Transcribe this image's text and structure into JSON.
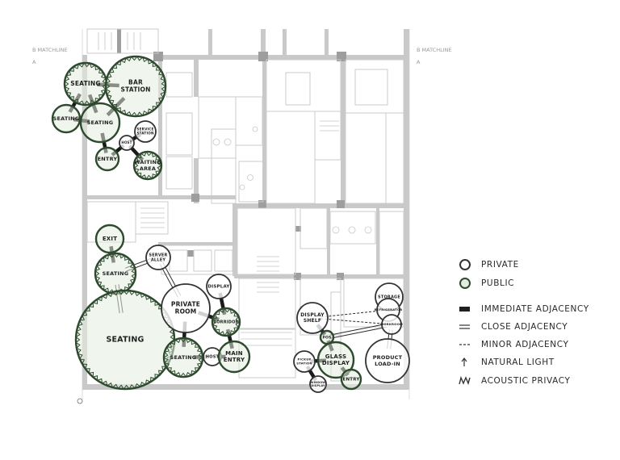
{
  "matchlines": {
    "left_title": "B MATCHLINE",
    "left_sub": "A",
    "right_title": "B MATCHLINE",
    "right_sub": "A"
  },
  "colors": {
    "public_stroke": "#2e4a2e",
    "public_fill": "#e3ece0",
    "private_stroke": "#333333",
    "plan_wall": "#c8c8c8",
    "plan_wall_dark": "#a8a8a8",
    "plan_line": "#cfcfcf"
  },
  "legend": {
    "items": [
      {
        "key": "private",
        "label": "PRIVATE"
      },
      {
        "key": "public",
        "label": "PUBLIC"
      },
      {
        "key": "immediate",
        "label": "IMMEDIATE ADJACENCY"
      },
      {
        "key": "close",
        "label": "CLOSE ADJACENCY"
      },
      {
        "key": "minor",
        "label": "MINOR ADJACENCY"
      },
      {
        "key": "light",
        "label": "NATURAL LIGHT"
      },
      {
        "key": "acoustic",
        "label": "ACOUSTIC PRIVACY"
      }
    ]
  },
  "bubbles": [
    {
      "id": "seating-top",
      "lines": [
        "SEATING"
      ],
      "type": "public",
      "acoustic": true
    },
    {
      "id": "bar-station",
      "lines": [
        "BAR",
        "STATION"
      ],
      "type": "public",
      "acoustic": true
    },
    {
      "id": "seating-left",
      "lines": [
        "SEATING"
      ],
      "type": "public",
      "acoustic": false
    },
    {
      "id": "seating-mid",
      "lines": [
        "SEATING"
      ],
      "type": "public",
      "acoustic": false
    },
    {
      "id": "service-station",
      "lines": [
        "SERVICE",
        "STATION"
      ],
      "type": "private",
      "acoustic": false
    },
    {
      "id": "host",
      "lines": [
        "HOST"
      ],
      "type": "private",
      "acoustic": false
    },
    {
      "id": "entry-top",
      "lines": [
        "ENTRY"
      ],
      "type": "public",
      "acoustic": false
    },
    {
      "id": "waiting-area",
      "lines": [
        "WAITING",
        "AREA"
      ],
      "type": "public",
      "acoustic": true
    },
    {
      "id": "exit",
      "lines": [
        "EXIT"
      ],
      "type": "public",
      "acoustic": false
    },
    {
      "id": "seating-lower",
      "lines": [
        "SEATING"
      ],
      "type": "public",
      "acoustic": true
    },
    {
      "id": "server-alley",
      "lines": [
        "SERVER",
        "ALLEY"
      ],
      "type": "private",
      "acoustic": false
    },
    {
      "id": "seating-big",
      "lines": [
        "SEATING"
      ],
      "type": "public",
      "acoustic": true
    },
    {
      "id": "private-room",
      "lines": [
        "PRIVATE",
        "ROOM"
      ],
      "type": "private",
      "acoustic": false
    },
    {
      "id": "display-small",
      "lines": [
        "DISPLAY"
      ],
      "type": "private",
      "acoustic": false
    },
    {
      "id": "corridor",
      "lines": [
        "CORRIDOR"
      ],
      "type": "public",
      "acoustic": true
    },
    {
      "id": "seating-bottom",
      "lines": [
        "SEATING"
      ],
      "type": "public",
      "acoustic": true
    },
    {
      "id": "host-bottom",
      "lines": [
        "HOST"
      ],
      "type": "private",
      "acoustic": false
    },
    {
      "id": "main-entry",
      "lines": [
        "MAIN",
        "ENTRY"
      ],
      "type": "public",
      "acoustic": false
    },
    {
      "id": "display-shelf",
      "lines": [
        "DISPLAY",
        "SHELF"
      ],
      "type": "private",
      "acoustic": false
    },
    {
      "id": "pos",
      "lines": [
        "POS"
      ],
      "type": "public",
      "acoustic": false
    },
    {
      "id": "glass-display",
      "lines": [
        "GLASS",
        "DISPLAY"
      ],
      "type": "public",
      "acoustic": false
    },
    {
      "id": "pickup-station",
      "lines": [
        "PICKUP",
        "STATION"
      ],
      "type": "private",
      "acoustic": false
    },
    {
      "id": "window-display",
      "lines": [
        "WINDOW",
        "DISPLAY"
      ],
      "type": "private",
      "acoustic": false
    },
    {
      "id": "entry-right",
      "lines": [
        "ENTRY"
      ],
      "type": "public",
      "acoustic": false
    },
    {
      "id": "storage",
      "lines": [
        "STORAGE"
      ],
      "type": "private",
      "acoustic": false
    },
    {
      "id": "refrigerator",
      "lines": [
        "REFRIGERATOR"
      ],
      "type": "private",
      "acoustic": false
    },
    {
      "id": "workroom",
      "lines": [
        "WORKROOM"
      ],
      "type": "private",
      "acoustic": false
    },
    {
      "id": "product-load-in",
      "lines": [
        "PRODUCT",
        "LOAD-IN"
      ],
      "type": "private",
      "acoustic": false
    }
  ],
  "links": [
    {
      "from": "seating-top",
      "to": "bar-station",
      "kind": "immediate"
    },
    {
      "from": "seating-top",
      "to": "seating-left",
      "kind": "immediate"
    },
    {
      "from": "seating-top",
      "to": "seating-mid",
      "kind": "immediate"
    },
    {
      "from": "bar-station",
      "to": "seating-mid",
      "kind": "immediate"
    },
    {
      "from": "seating-left",
      "to": "seating-mid",
      "kind": "immediate"
    },
    {
      "from": "seating-mid",
      "to": "entry-top",
      "kind": "immediate"
    },
    {
      "from": "entry-top",
      "to": "host",
      "kind": "immediate"
    },
    {
      "from": "host",
      "to": "service-station",
      "kind": "immediate"
    },
    {
      "from": "host",
      "to": "waiting-area",
      "kind": "immediate"
    },
    {
      "from": "exit",
      "to": "seating-lower",
      "kind": "immediate"
    },
    {
      "from": "seating-lower",
      "to": "server-alley",
      "kind": "close"
    },
    {
      "from": "seating-lower",
      "to": "seating-big",
      "kind": "close"
    },
    {
      "from": "server-alley",
      "to": "private-room",
      "kind": "close"
    },
    {
      "from": "private-room",
      "to": "corridor",
      "kind": "immediate"
    },
    {
      "from": "display-small",
      "to": "corridor",
      "kind": "immediate"
    },
    {
      "from": "private-room",
      "to": "seating-bottom",
      "kind": "immediate"
    },
    {
      "from": "corridor",
      "to": "main-entry",
      "kind": "immediate"
    },
    {
      "from": "seating-bottom",
      "to": "host-bottom",
      "kind": "immediate"
    },
    {
      "from": "host-bottom",
      "to": "main-entry",
      "kind": "immediate"
    },
    {
      "from": "display-shelf",
      "to": "pos",
      "kind": "immediate"
    },
    {
      "from": "pos",
      "to": "glass-display",
      "kind": "immediate"
    },
    {
      "from": "glass-display",
      "to": "pickup-station",
      "kind": "immediate"
    },
    {
      "from": "glass-display",
      "to": "entry-right",
      "kind": "immediate"
    },
    {
      "from": "pickup-station",
      "to": "window-display",
      "kind": "immediate"
    },
    {
      "from": "display-shelf",
      "to": "refrigerator",
      "kind": "minor"
    },
    {
      "from": "display-shelf",
      "to": "workroom",
      "kind": "minor"
    },
    {
      "from": "pos",
      "to": "workroom",
      "kind": "close"
    },
    {
      "from": "storage",
      "to": "refrigerator",
      "kind": "immediate"
    },
    {
      "from": "refrigerator",
      "to": "workroom",
      "kind": "close"
    },
    {
      "from": "workroom",
      "to": "product-load-in",
      "kind": "close"
    }
  ]
}
